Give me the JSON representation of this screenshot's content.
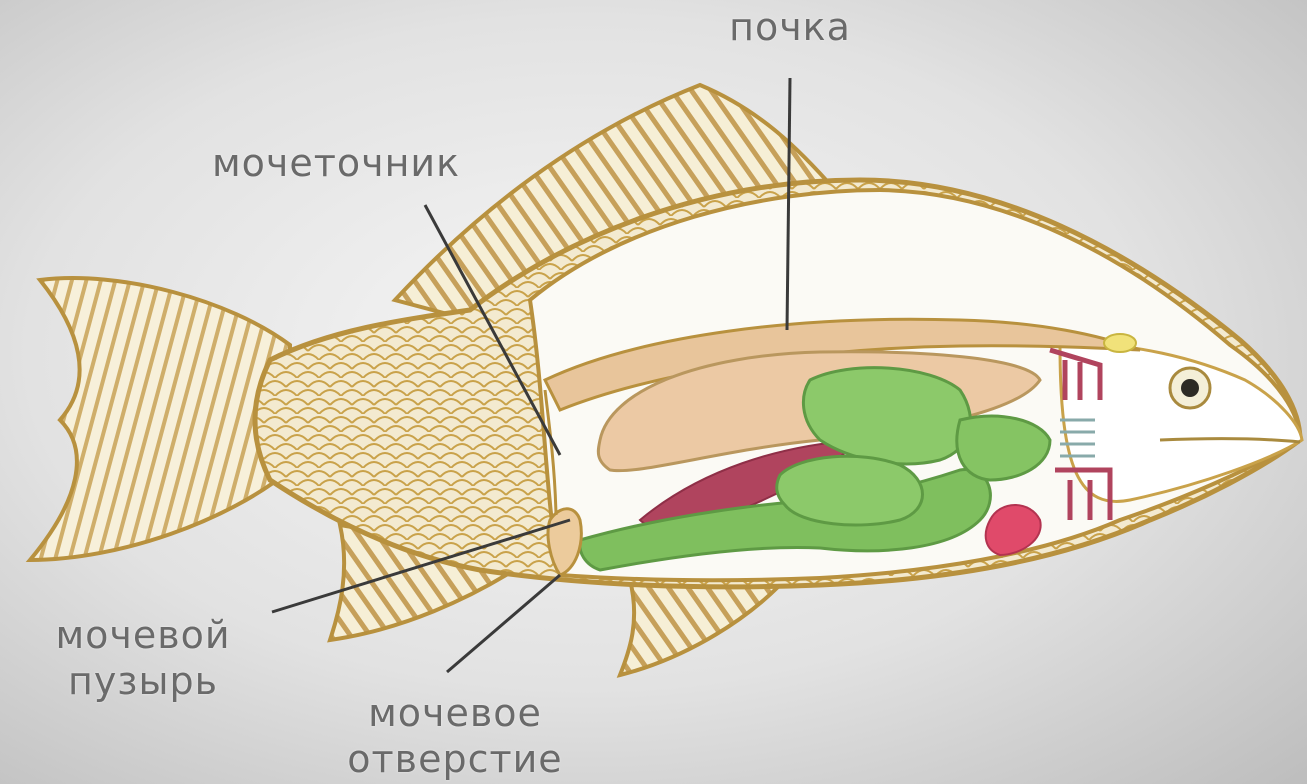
{
  "labels": {
    "kidney": "почка",
    "ureter": "мочеточник",
    "bladder": [
      "мочевой",
      "пузырь"
    ],
    "opening": [
      "мочевое",
      "отверстие"
    ]
  },
  "colors": {
    "scale": "#c9a24a",
    "body_fill": "#f5eed3",
    "kidney": "#e9c9a0",
    "gut": "#7fbf5e",
    "vessel": "#b0445e",
    "heart": "#e04a6a",
    "leader_line": "#3a3a3a",
    "label_text": "#6a6a6a"
  }
}
